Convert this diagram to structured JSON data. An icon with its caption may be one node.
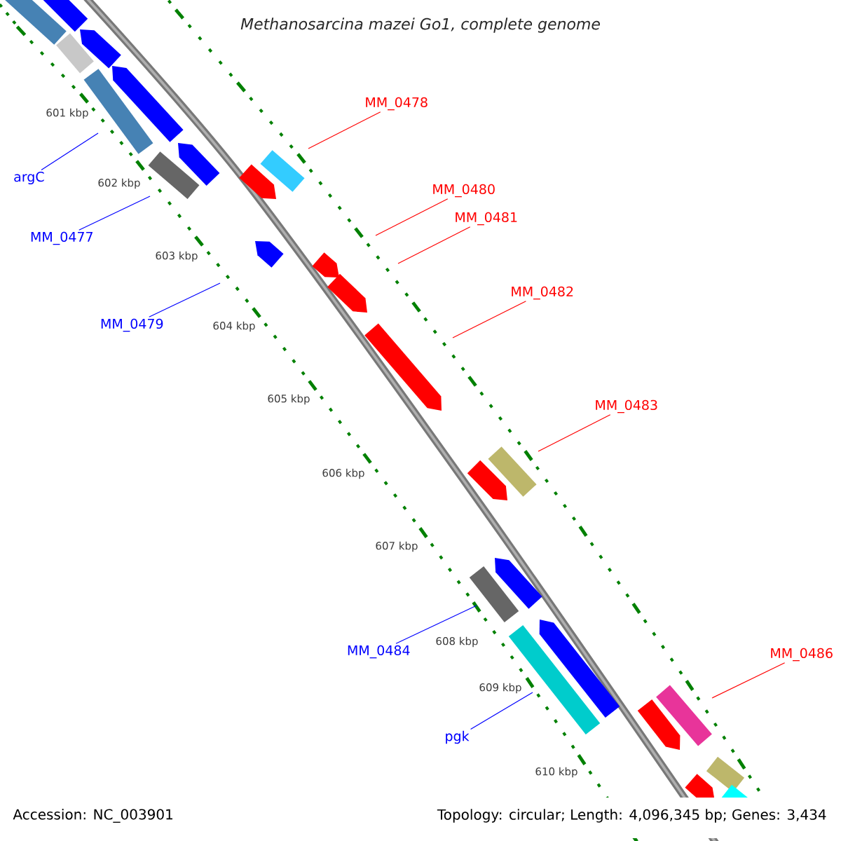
{
  "diagram": {
    "title": "Methanosarcina mazei Go1, complete genome",
    "nodes": [
      {
        "text": [
          "MM_0478"
        ]
      },
      {
        "text": [
          "argC"
        ]
      },
      {
        "text": [
          "MM_0480"
        ]
      },
      {
        "text": [
          "MM_0481"
        ]
      },
      {
        "text": [
          "MM_0477"
        ]
      },
      {
        "text": [
          "MM_0482"
        ]
      },
      {
        "text": [
          "MM_0479"
        ]
      },
      {
        "text": [
          "MM_0483"
        ]
      },
      {
        "text": [
          "MM_0484"
        ]
      },
      {
        "text": [
          "MM_0486"
        ]
      },
      {
        "text": [
          "pgk"
        ]
      }
    ],
    "edges": [
      {
        "from": 0,
        "to": null,
        "arrow": "none"
      },
      {
        "from": 1,
        "to": null,
        "arrow": "none",
        "color": "#0000ff"
      },
      {
        "from": 2,
        "to": null,
        "arrow": "none"
      },
      {
        "from": 3,
        "to": null,
        "arrow": "none"
      },
      {
        "from": 4,
        "to": null,
        "arrow": "none",
        "color": "#0000ff"
      },
      {
        "from": 5,
        "to": null,
        "arrow": "none"
      },
      {
        "from": 6,
        "to": null,
        "arrow": "none",
        "color": "#0000ff"
      },
      {
        "from": 7,
        "to": null,
        "arrow": "none"
      },
      {
        "from": 8,
        "to": null,
        "arrow": "none",
        "color": "#0000ff"
      },
      {
        "from": 9,
        "to": null,
        "arrow": "none"
      },
      {
        "from": 10,
        "to": null,
        "arrow": "none",
        "color": "#0000ff"
      }
    ],
    "labels": [
      "601 kbp",
      "602 kbp",
      "603 kbp",
      "604 kbp",
      "605 kbp",
      "606 kbp",
      "607 kbp",
      "608 kbp",
      "609 kbp",
      "610 kbp",
      "Accession: NC_003901",
      "Topology: circular; Length: 4,096,345 bp; Genes: 3,434"
    ]
  }
}
